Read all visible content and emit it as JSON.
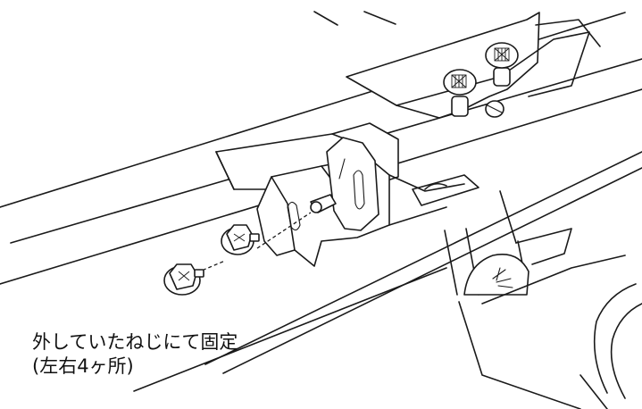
{
  "caption": {
    "line1": "外していたねじにて固定",
    "line2": "(左右4ヶ所)"
  },
  "parts": [
    {
      "name": "mounting-bracket"
    },
    {
      "name": "fixing-screw-outer"
    },
    {
      "name": "fixing-screw-inner"
    },
    {
      "name": "upper-mounting-screws"
    },
    {
      "name": "frame-rails"
    }
  ]
}
